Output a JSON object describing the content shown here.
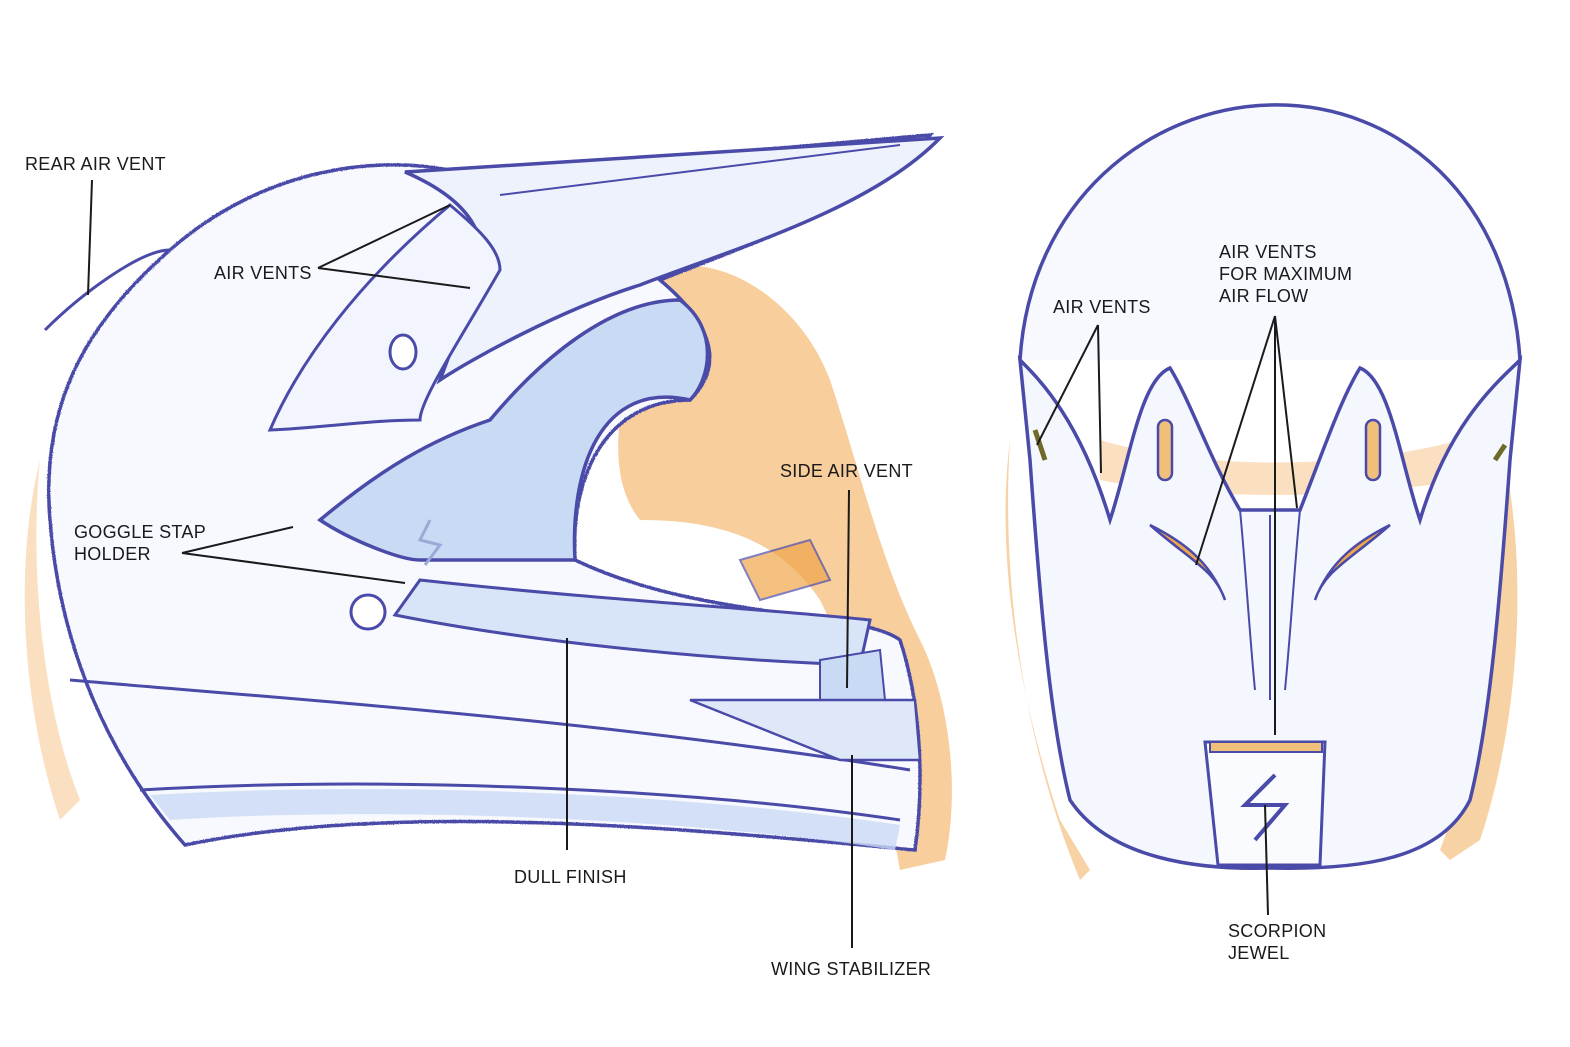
{
  "colors": {
    "ink": "#4a4aa8",
    "ink_dark": "#33337f",
    "shade_blue": "#c9daf5",
    "shade_orange": "#f0a64a",
    "leader": "#1a1a1a"
  },
  "side_view": {
    "labels": {
      "rear_air_vent": "REAR AIR VENT",
      "air_vents": "AIR VENTS",
      "goggle_strap_holder_line1": "GOGGLE STAP",
      "goggle_strap_holder_line2": "HOLDER",
      "side_air_vent": "SIDE AIR VENT",
      "dull_finish": "DULL FINISH",
      "wing_stabilizer": "WING STABILIZER"
    }
  },
  "front_view": {
    "labels": {
      "air_vents": "AIR VENTS",
      "max_air_flow_line1": "AIR VENTS",
      "max_air_flow_line2": "FOR MAXIMUM",
      "max_air_flow_line3": "AIR FLOW",
      "scorpion_jewel_line1": "SCORPION",
      "scorpion_jewel_line2": "JEWEL"
    }
  }
}
